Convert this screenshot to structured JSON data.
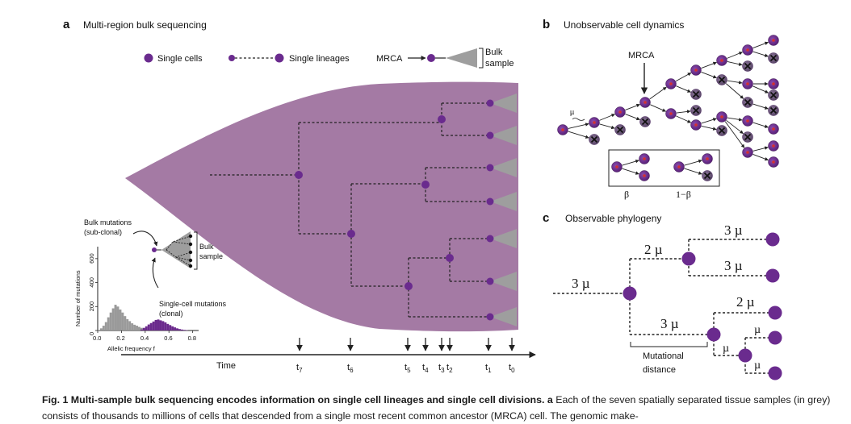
{
  "panel_a": {
    "letter": "a",
    "title": "Multi-region bulk sequencing",
    "legend": {
      "single_cells": "Single cells",
      "single_lineages": "Single lineages",
      "mrca": "MRCA",
      "bulk_line1": "Bulk",
      "bulk_line2": "sample"
    },
    "time_label": "Time",
    "time_ticks": [
      {
        "sym": "t",
        "sub": "7"
      },
      {
        "sym": "t",
        "sub": "6"
      },
      {
        "sym": "t",
        "sub": "5"
      },
      {
        "sym": "t",
        "sub": "4"
      },
      {
        "sym": "t",
        "sub": "3"
      },
      {
        "sym": "t",
        "sub": "2"
      },
      {
        "sym": "t",
        "sub": "1"
      },
      {
        "sym": "t",
        "sub": "0"
      }
    ],
    "inset": {
      "bulk_mut_line1": "Bulk mutations",
      "bulk_mut_line2": "(sub-clonal)",
      "single_mut_line1": "Single-cell mutations",
      "single_mut_line2": "(clonal)",
      "bulk_line1": "Bulk",
      "bulk_line2": "sample",
      "ylabel": "Number of mutations",
      "xlabel": "Allelic frequency f",
      "xticks": [
        "0.0",
        "0.2",
        "0.4",
        "0.6",
        "0.8"
      ],
      "yticks": [
        "0",
        "200",
        "400",
        "600"
      ]
    }
  },
  "panel_b": {
    "letter": "b",
    "title": "Unobservable cell dynamics",
    "mrca": "MRCA",
    "mu": "µ",
    "beta": "β",
    "one_minus_beta": "1−β"
  },
  "panel_c": {
    "letter": "c",
    "title": "Observable phylogeny",
    "labels": [
      "3 µ",
      "2 µ",
      "3 µ",
      "3 µ",
      "3 µ",
      "2 µ",
      "µ",
      "µ",
      "µ"
    ],
    "mutational_line1": "Mutational",
    "mutational_line2": "distance"
  },
  "caption": {
    "bold": "Fig. 1 Multi-sample bulk sequencing encodes information on single cell lineages and single cell divisions. a",
    "rest": " Each of the seven spatially separated tissue samples (in grey) consists of thousands to millions of cells that descended from a single most recent common ancestor (MRCA) cell. The genomic make-"
  },
  "colors": {
    "purple_dot": "#6a2b8e",
    "tumour_fill": "#a47aa4",
    "grey_hist": "#9a9a9a",
    "purple_hist": "#6b2a8c",
    "bulk_cone": "#9e9e9e"
  }
}
